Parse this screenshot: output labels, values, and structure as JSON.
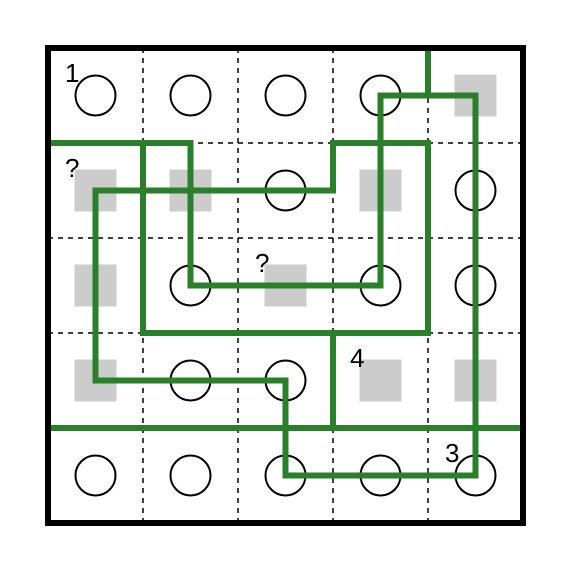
{
  "puzzle": {
    "rows": 5,
    "cols": 5,
    "cells": [
      [
        "circle",
        "circle",
        "circle",
        "circle",
        "gray"
      ],
      [
        "gray",
        "gray",
        "circle",
        "gray",
        "circle"
      ],
      [
        "gray",
        "circle",
        "gray",
        "circle",
        "circle"
      ],
      [
        "gray",
        "circle",
        "circle",
        "gray",
        "gray"
      ],
      [
        "circle",
        "circle",
        "circle",
        "circle",
        "circle"
      ]
    ],
    "clues": [
      {
        "row": 0,
        "col": 0,
        "text": "1"
      },
      {
        "row": 1,
        "col": 0,
        "text": "?"
      },
      {
        "row": 2,
        "col": 2,
        "text": "?"
      },
      {
        "row": 3,
        "col": 3,
        "text": "4"
      },
      {
        "row": 4,
        "col": 4,
        "text": "3"
      }
    ],
    "colors": {
      "line": "#2a7f2a",
      "gray_square": "#cccccc",
      "grid": "#000000"
    },
    "paths": [
      [
        [
          0,
          1
        ],
        [
          0.5,
          1
        ],
        [
          1.5,
          1
        ],
        [
          1.5,
          1.5
        ],
        [
          2,
          1.5
        ]
      ],
      [
        [
          1,
          1
        ],
        [
          1,
          3
        ],
        [
          4,
          3
        ],
        [
          4,
          1
        ],
        [
          3,
          1
        ],
        [
          3,
          1.5
        ],
        [
          2,
          1.5
        ]
      ],
      [
        [
          4,
          0
        ],
        [
          4,
          0.5
        ],
        [
          3.5,
          0.5
        ],
        [
          3.5,
          2.5
        ],
        [
          1.5,
          2.5
        ],
        [
          1.5,
          1.5
        ],
        [
          0.5,
          1.5
        ],
        [
          0.5,
          3.5
        ],
        [
          2.5,
          3.5
        ],
        [
          2.5,
          4.5
        ],
        [
          4.5,
          4.5
        ],
        [
          4.5,
          0.5
        ],
        [
          4,
          0.5
        ]
      ],
      [
        [
          0,
          4
        ],
        [
          5,
          4
        ]
      ],
      [
        [
          3,
          3
        ],
        [
          3,
          4
        ]
      ]
    ]
  }
}
